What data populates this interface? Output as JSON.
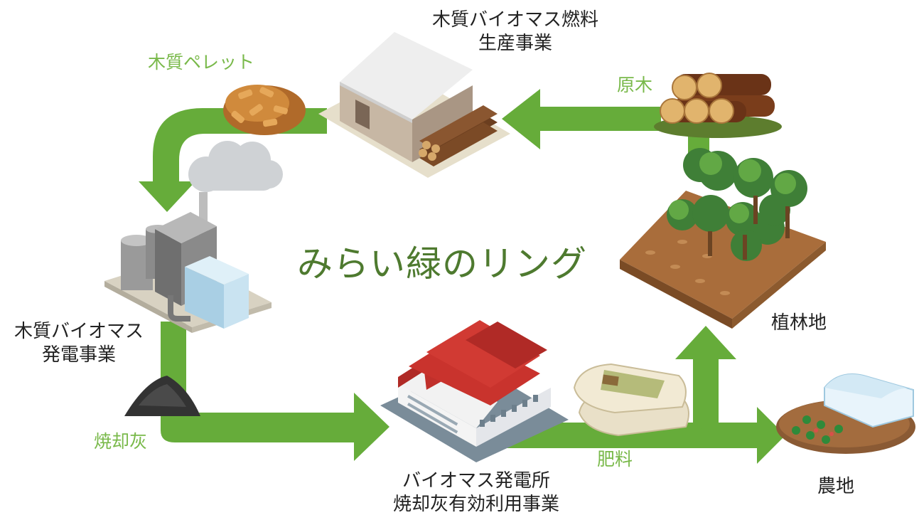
{
  "title": "みらい緑のリング",
  "nodes": {
    "fuel_production": {
      "line1": "木質バイオマス燃料",
      "line2": "生産事業"
    },
    "power_plant": {
      "line1": "木質バイオマス",
      "line2": "発電事業"
    },
    "ash_utilization": {
      "line1": "バイオマス発電所",
      "line2": "焼却灰有効利用事業"
    },
    "plantation": {
      "label": "植林地"
    },
    "farmland": {
      "label": "農地"
    }
  },
  "flows": {
    "pellet": "木質ペレット",
    "logs": "原木",
    "ash": "焼却灰",
    "fertilizer": "肥料"
  },
  "colors": {
    "arrow": "#66ac3a",
    "flow_label": "#79b94a",
    "title": "#4e7a2f",
    "roof_red": "#c0302b",
    "soil": "#8a5a34",
    "tree": "#4f9a3c"
  }
}
